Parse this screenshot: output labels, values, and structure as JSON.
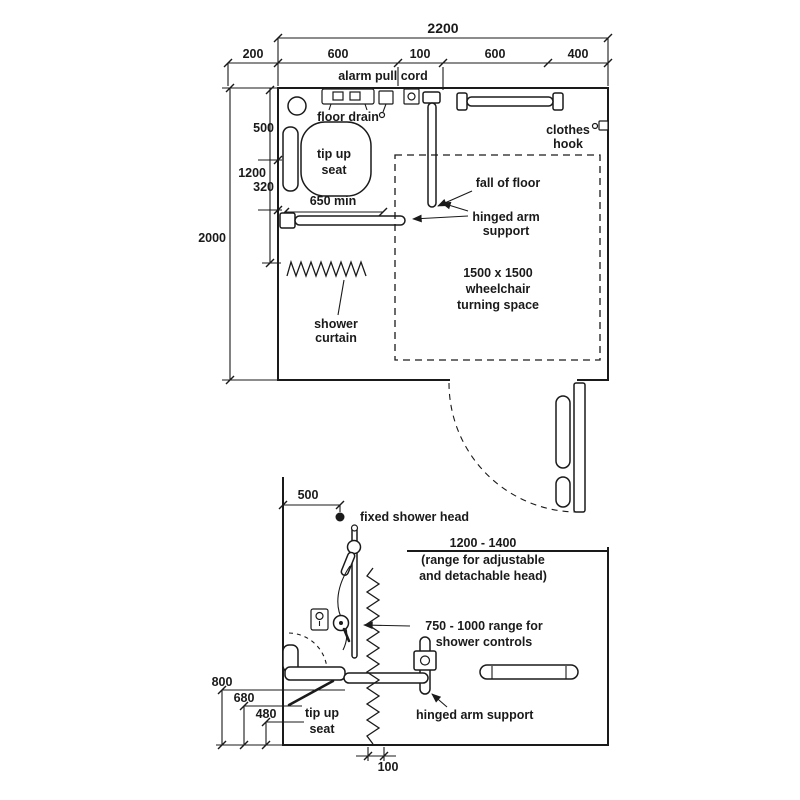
{
  "colors": {
    "ink": "#1a1a1a",
    "paper": "#ffffff"
  },
  "plan": {
    "overall_width": "2200",
    "top_dims": [
      "200",
      "600",
      "100",
      "600",
      "400"
    ],
    "left_dims": {
      "d500": "500",
      "d1200": "1200",
      "d320": "320",
      "d2000": "2000"
    },
    "labels": {
      "alarm_pull_cord": "alarm pull cord",
      "floor_drain": "floor drain",
      "clothes_hook": [
        "clothes",
        "hook"
      ],
      "tip_up_seat": [
        "tip up",
        "seat"
      ],
      "clear_width": "650 min",
      "fall_of_floor": "fall of floor",
      "hinged_arm_support": [
        "hinged arm",
        "support"
      ],
      "turning_space": [
        "1500 x 1500",
        "wheelchair",
        "turning space"
      ],
      "shower_curtain": [
        "shower",
        "curtain"
      ]
    }
  },
  "elevation": {
    "dims": {
      "d500": "500",
      "d800": "800",
      "d680": "680",
      "d480": "480",
      "d100": "100"
    },
    "labels": {
      "fixed_shower_head": "fixed shower head",
      "head_range": [
        "1200 - 1400",
        "(range for adjustable",
        "and detachable head)"
      ],
      "controls_range": [
        "750 - 1000 range for",
        "shower controls"
      ],
      "tip_up_seat": [
        "tip up",
        "seat"
      ],
      "hinged_arm_support": "hinged arm support"
    }
  }
}
